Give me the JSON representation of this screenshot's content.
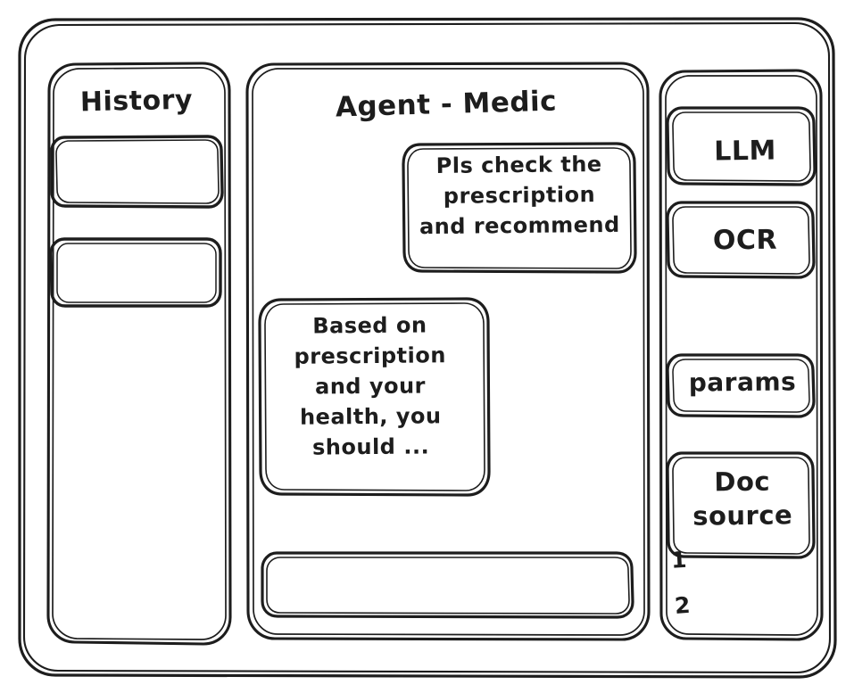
{
  "app": {
    "style": "hand-drawn-wireframe",
    "stroke_color": "#1d1d1d",
    "background_color": "#ffffff"
  },
  "sidebar": {
    "title": "History",
    "items": [
      {
        "label": ""
      },
      {
        "label": ""
      }
    ]
  },
  "main": {
    "title": "Agent - Medic",
    "messages": [
      {
        "role": "user",
        "align": "right",
        "text": "Pls check the\nprescription\nand recommend"
      },
      {
        "role": "assistant",
        "align": "left",
        "text": "Based on\nprescription\nand your\nhealth, you\nshould ..."
      }
    ],
    "composer": {
      "value": "",
      "placeholder": ""
    }
  },
  "tools": {
    "items": [
      {
        "label": "LLM"
      },
      {
        "label": "OCR"
      },
      {
        "label": "params"
      },
      {
        "label": "Doc\nsource"
      }
    ],
    "sources": [
      {
        "number": "1"
      },
      {
        "number": "2"
      }
    ]
  }
}
